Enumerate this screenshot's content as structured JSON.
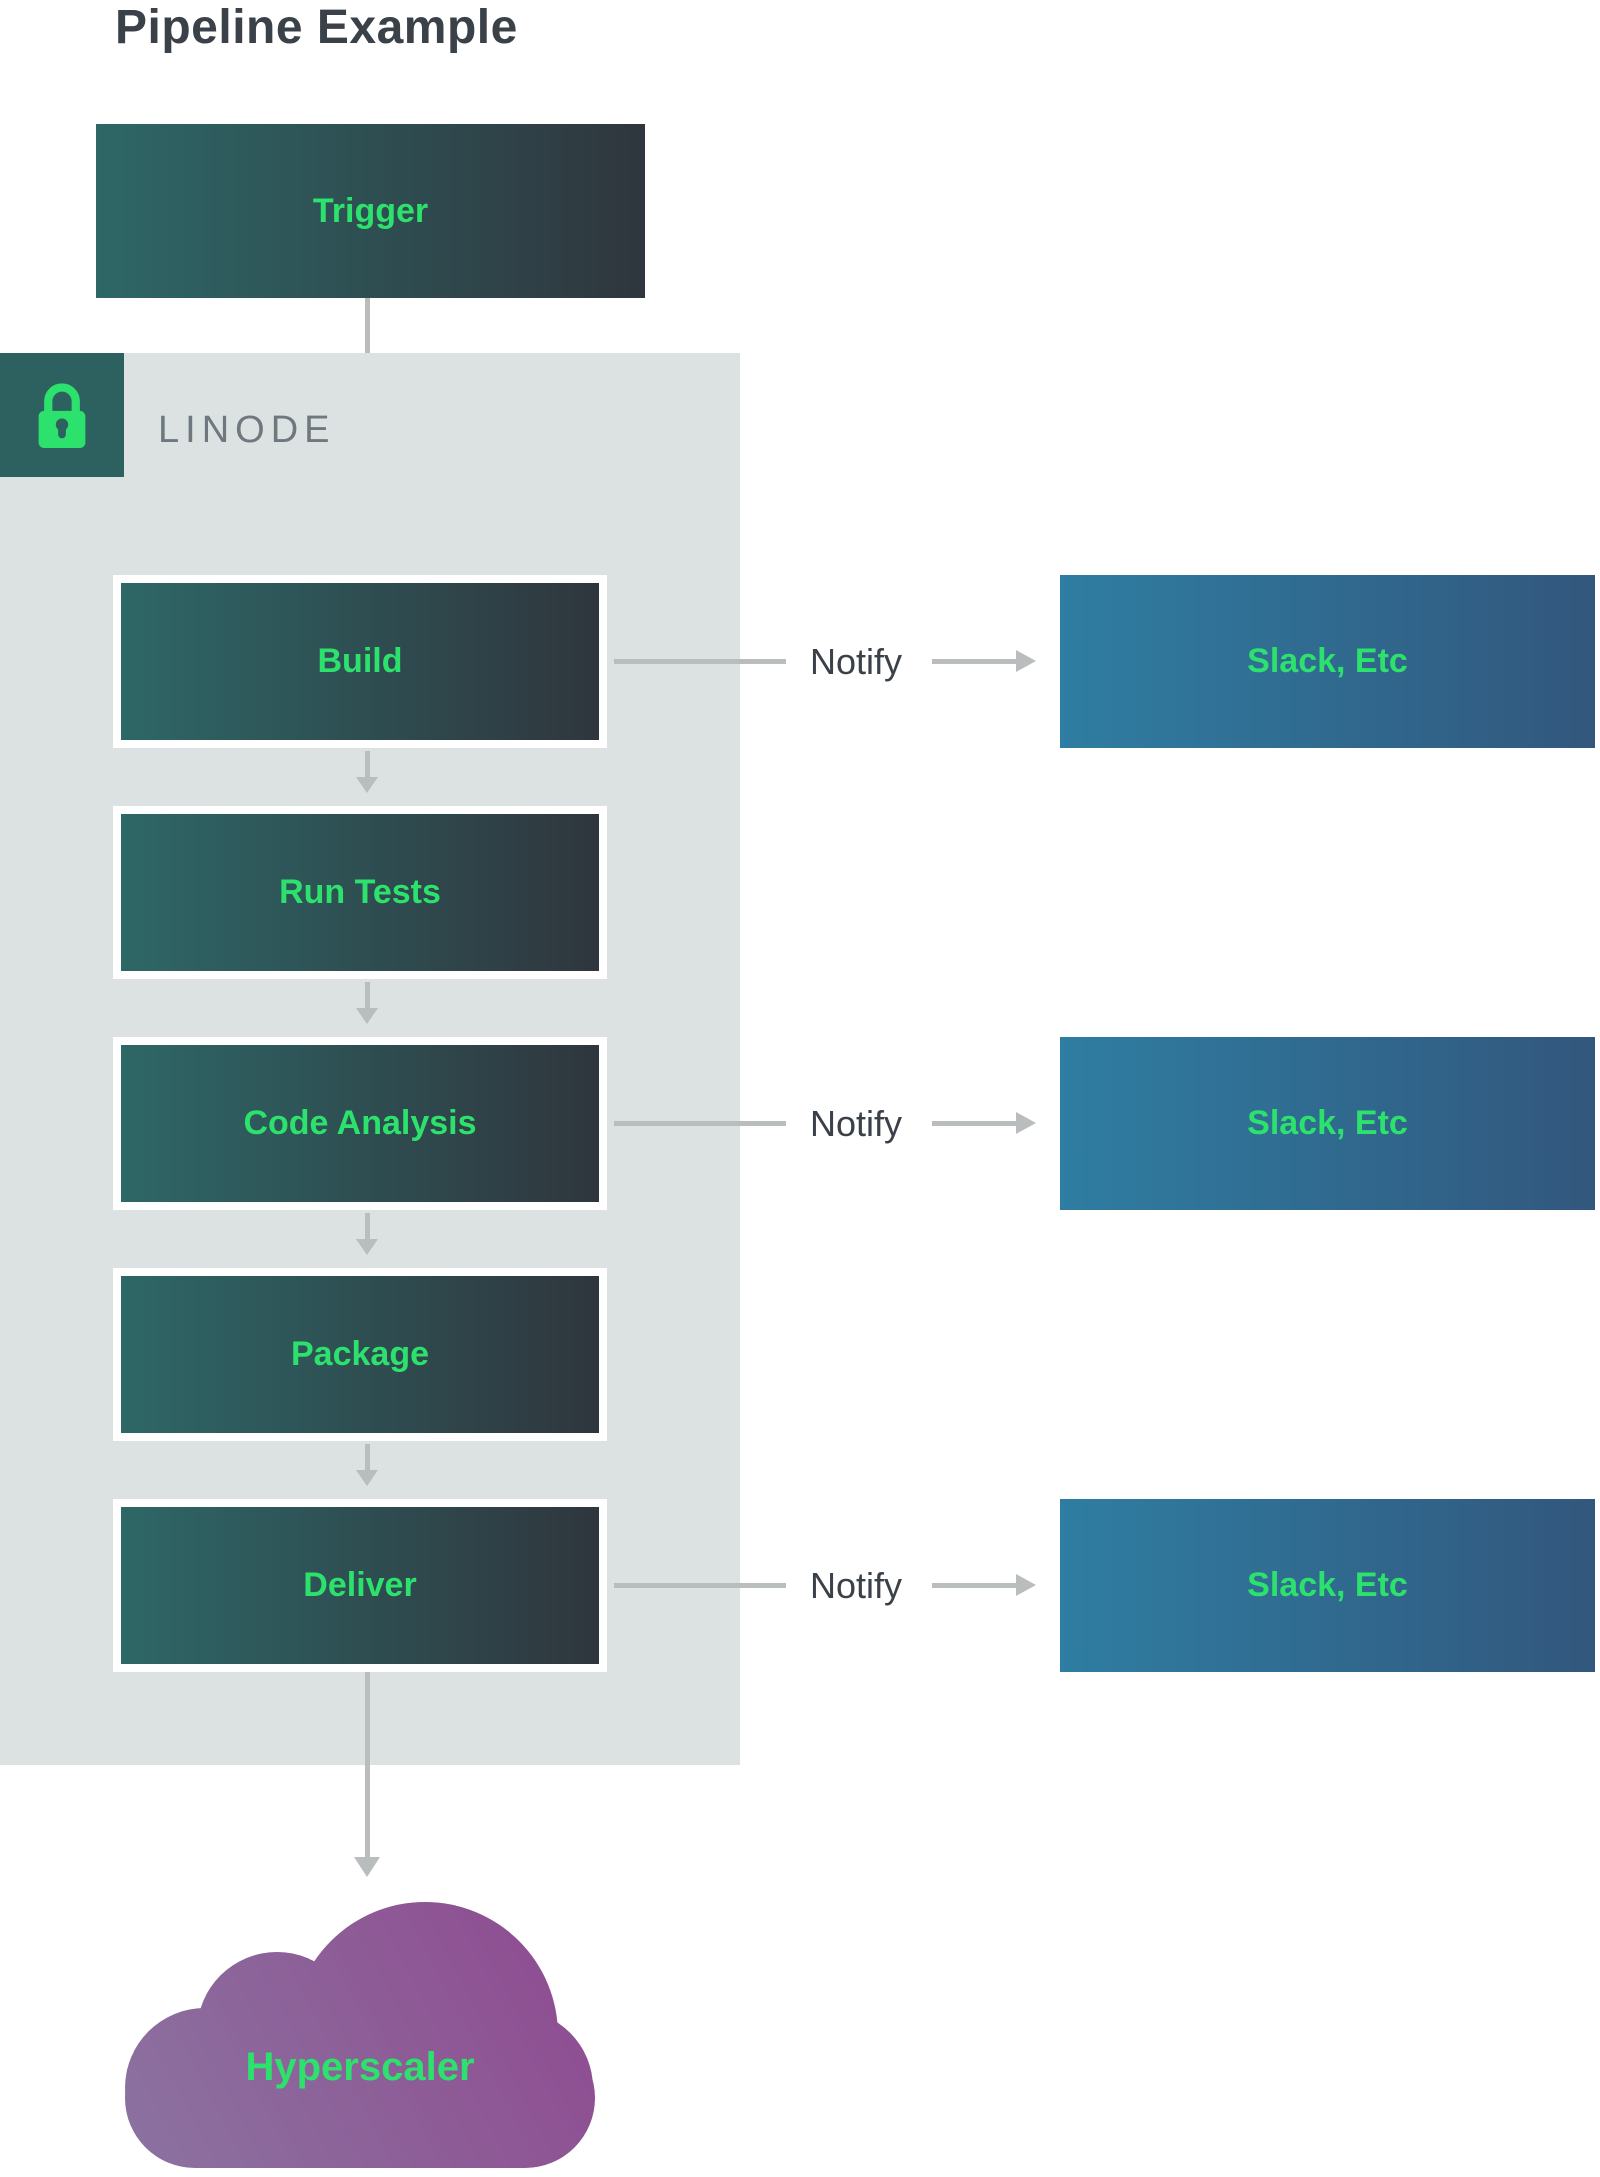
{
  "title": "Pipeline Example",
  "trigger": {
    "label": "Trigger"
  },
  "linode": {
    "label": "LINODE"
  },
  "pipeline": {
    "stages": [
      {
        "label": "Build",
        "notify_label": "Notify",
        "notify_target": "Slack, Etc"
      },
      {
        "label": "Run Tests"
      },
      {
        "label": "Code Analysis",
        "notify_label": "Notify",
        "notify_target": "Slack, Etc"
      },
      {
        "label": "Package"
      },
      {
        "label": "Deliver",
        "notify_label": "Notify",
        "notify_target": "Slack, Etc"
      }
    ]
  },
  "cloud": {
    "label": "Hyperscaler"
  },
  "colors": {
    "title_text": "#3b4148",
    "stage_gradient_start": "#2e6767",
    "stage_gradient_end": "#2f363d",
    "stage_text": "#2ce26c",
    "container_bg": "#dbe2e1",
    "lock_badge_bg": "#2d615f",
    "linode_text": "#70787f",
    "notify_text": "#3b4148",
    "arrow": "#b9bdbd",
    "slack_gradient_start": "#2f7da2",
    "slack_gradient_end": "#32577d",
    "cloud_gradient_start": "#8b73a0",
    "cloud_gradient_end": "#8f4a90"
  }
}
